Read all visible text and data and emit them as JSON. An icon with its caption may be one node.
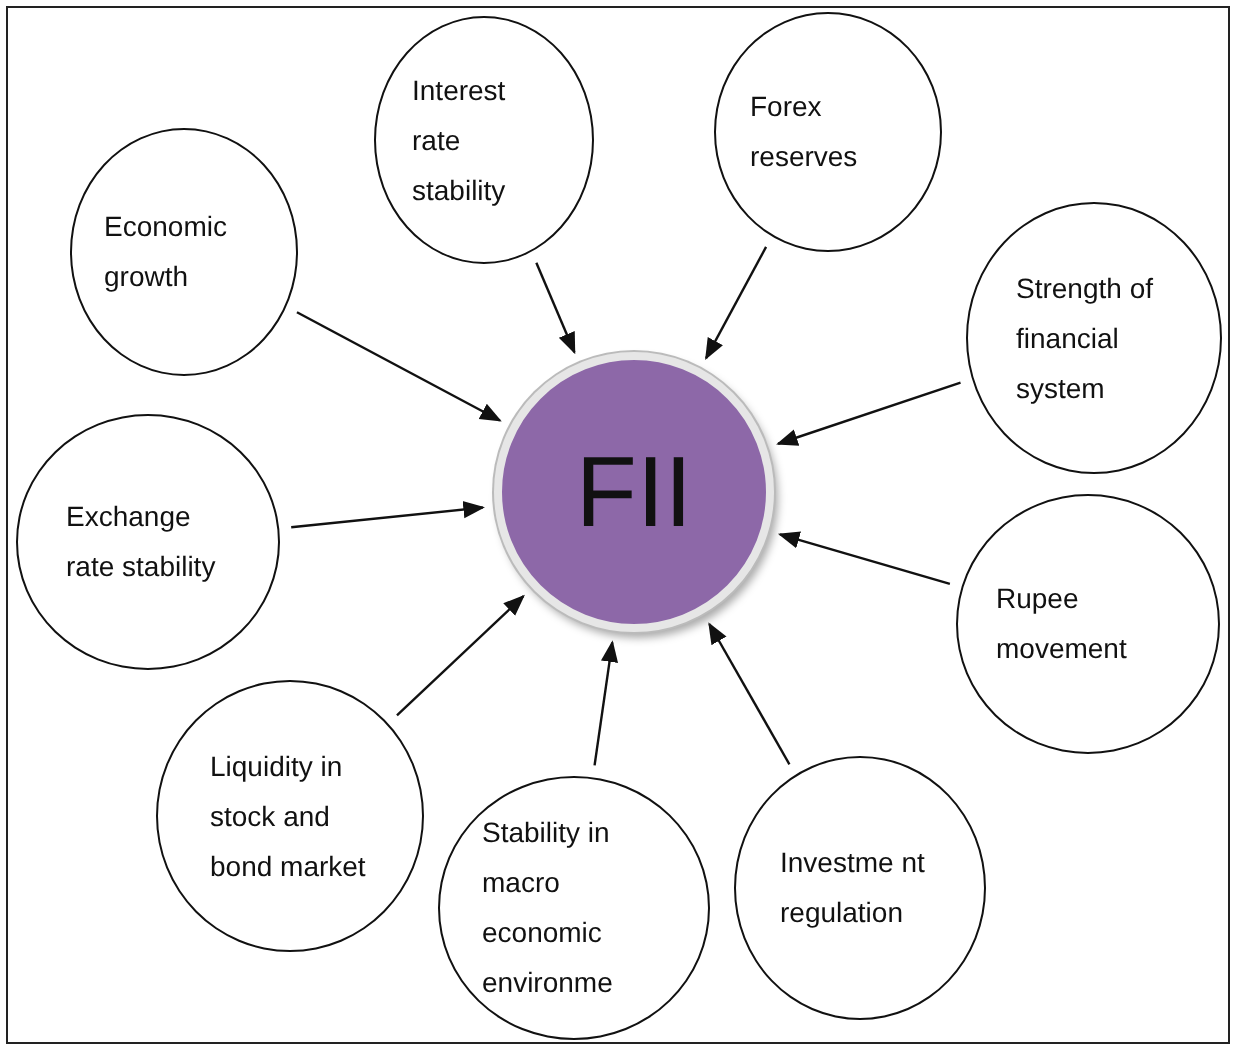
{
  "diagram": {
    "nodes": [
      {
        "text": [
          "Economic growth"
        ]
      },
      {
        "text": [
          "Interest rate stability"
        ]
      },
      {
        "text": [
          "Forex reserves"
        ]
      },
      {
        "text": [
          "Strength of financial system"
        ]
      },
      {
        "text": [
          "Exchange rate stability"
        ]
      },
      {
        "text": [
          "Rupee movement"
        ]
      },
      {
        "text": [
          "Liquidity in stock and bond market"
        ]
      },
      {
        "text": [
          "Stability in macro economic environme"
        ]
      },
      {
        "text": [
          "Investme nt regulation"
        ]
      },
      {
        "text": [
          "FII"
        ]
      }
    ],
    "edges": [
      {
        "from": 0,
        "to": 9,
        "arrow": "to"
      },
      {
        "from": 1,
        "to": 9,
        "arrow": "to"
      },
      {
        "from": 2,
        "to": 9,
        "arrow": "to"
      },
      {
        "from": 3,
        "to": 9,
        "arrow": "to"
      },
      {
        "from": 4,
        "to": 9,
        "arrow": "to"
      },
      {
        "from": 5,
        "to": 9,
        "arrow": "to"
      },
      {
        "from": 6,
        "to": 9,
        "arrow": "to"
      },
      {
        "from": 7,
        "to": 9,
        "arrow": "to"
      },
      {
        "from": 8,
        "to": 9,
        "arrow": "to"
      }
    ]
  }
}
